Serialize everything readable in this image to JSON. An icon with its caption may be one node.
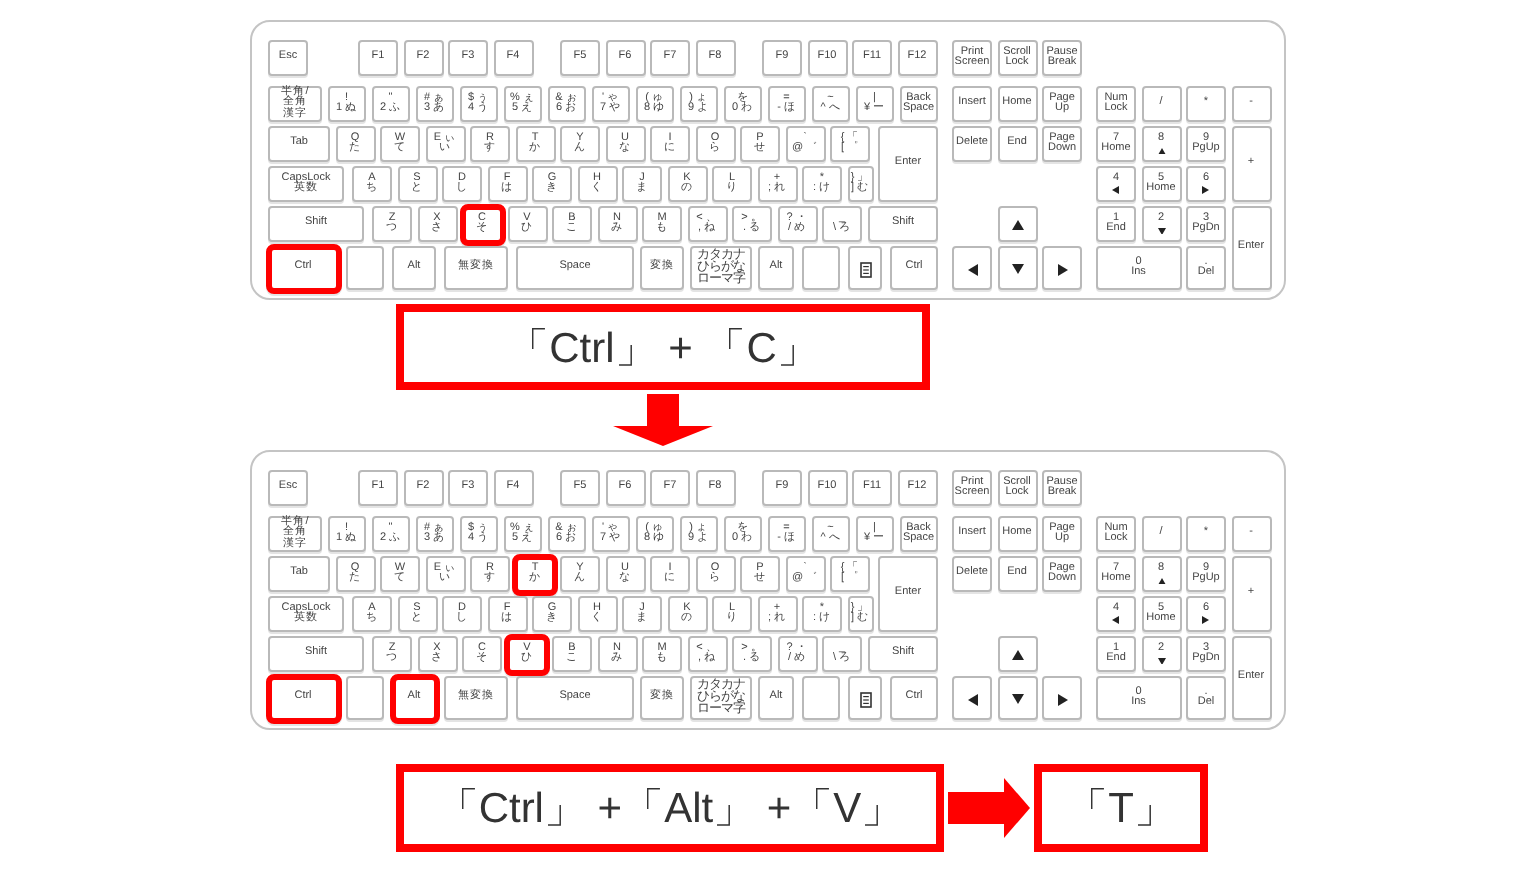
{
  "diagram": {
    "nodes": [
      {
        "text": [],
        "shape": "box"
      },
      {
        "text": [
          "Esc"
        ],
        "in": 0
      },
      {
        "text": [
          "F1"
        ],
        "in": 0
      },
      {
        "text": [
          "F2"
        ],
        "in": 0
      },
      {
        "text": [
          "F3"
        ],
        "in": 0
      },
      {
        "text": [
          "F4"
        ],
        "in": 0
      },
      {
        "text": [
          "F5"
        ],
        "in": 0
      },
      {
        "text": [
          "F6"
        ],
        "in": 0
      },
      {
        "text": [
          "F7"
        ],
        "in": 0
      },
      {
        "text": [
          "F8"
        ],
        "in": 0
      },
      {
        "text": [
          "F9"
        ],
        "in": 0
      },
      {
        "text": [
          "F10"
        ],
        "in": 0
      },
      {
        "text": [
          "F11"
        ],
        "in": 0
      },
      {
        "text": [
          "F12"
        ],
        "in": 0
      },
      {
        "text": [
          "Print Screen"
        ],
        "in": 0
      },
      {
        "text": [
          "Scroll Lock"
        ],
        "in": 0
      },
      {
        "text": [
          "Pause Break"
        ],
        "in": 0
      },
      {
        "text": [
          "半角/全角",
          "漢字"
        ],
        "in": 0
      },
      {
        "text": [
          "!",
          "1 ぬ"
        ],
        "in": 0
      },
      {
        "text": [
          "\"",
          "2 ふ"
        ],
        "in": 0
      },
      {
        "text": [
          "# ぁ",
          "3 あ"
        ],
        "in": 0
      },
      {
        "text": [
          "$ ぅ",
          "4 う"
        ],
        "in": 0
      },
      {
        "text": [
          "% ぇ",
          "5 え"
        ],
        "in": 0
      },
      {
        "text": [
          "& ぉ",
          "6 お"
        ],
        "in": 0
      },
      {
        "text": [
          "' ゃ",
          "7 や"
        ],
        "in": 0
      },
      {
        "text": [
          "( ゅ",
          "8 ゆ"
        ],
        "in": 0
      },
      {
        "text": [
          ") ょ",
          "9 よ"
        ],
        "in": 0
      },
      {
        "text": [
          "を",
          "0 わ"
        ],
        "in": 0
      },
      {
        "text": [
          "=",
          "- ほ"
        ],
        "in": 0
      },
      {
        "text": [
          "~",
          "^ へ"
        ],
        "in": 0
      },
      {
        "text": [
          "|",
          "¥ ー"
        ],
        "in": 0
      },
      {
        "text": [
          "Back Space"
        ],
        "in": 0
      },
      {
        "text": [
          "Insert"
        ],
        "in": 0
      },
      {
        "text": [
          "Home"
        ],
        "in": 0
      },
      {
        "text": [
          "Page Up"
        ],
        "in": 0
      },
      {
        "text": [
          "Num Lock"
        ],
        "in": 0
      },
      {
        "text": [
          "/"
        ],
        "in": 0
      },
      {
        "text": [
          "*"
        ],
        "in": 0
      },
      {
        "text": [
          "-"
        ],
        "in": 0
      },
      {
        "text": [
          "Tab"
        ],
        "in": 0
      },
      {
        "text": [
          "Q",
          "た"
        ],
        "in": 0
      },
      {
        "text": [
          "W",
          "て"
        ],
        "in": 0
      },
      {
        "text": [
          "E ぃ",
          "い"
        ],
        "in": 0
      },
      {
        "text": [
          "R",
          "す"
        ],
        "in": 0
      },
      {
        "text": [
          "T",
          "か"
        ],
        "in": 0
      },
      {
        "text": [
          "Y",
          "ん"
        ],
        "in": 0
      },
      {
        "text": [
          "U",
          "な"
        ],
        "in": 0
      },
      {
        "text": [
          "I",
          "に"
        ],
        "in": 0
      },
      {
        "text": [
          "O",
          "ら"
        ],
        "in": 0
      },
      {
        "text": [
          "P",
          "せ"
        ],
        "in": 0
      },
      {
        "text": [
          "`",
          "@ ゛"
        ],
        "in": 0
      },
      {
        "text": [
          "{ 「",
          "[ ゜"
        ],
        "in": 0
      },
      {
        "text": [
          "Enter"
        ],
        "in": 0
      },
      {
        "text": [
          "Delete"
        ],
        "in": 0
      },
      {
        "text": [
          "End"
        ],
        "in": 0
      },
      {
        "text": [
          "Page Down"
        ],
        "in": 0
      },
      {
        "text": [
          "7",
          "Home"
        ],
        "in": 0
      },
      {
        "text": [
          "8"
        ],
        "in": 0
      },
      {
        "text": [
          "9",
          "PgUp"
        ],
        "in": 0
      },
      {
        "text": [
          "+"
        ],
        "in": 0
      },
      {
        "text": [
          "CapsLock",
          "英数"
        ],
        "in": 0
      },
      {
        "text": [
          "A",
          "ち"
        ],
        "in": 0
      },
      {
        "text": [
          "S",
          "と"
        ],
        "in": 0
      },
      {
        "text": [
          "D",
          "し"
        ],
        "in": 0
      },
      {
        "text": [
          "F",
          "は"
        ],
        "in": 0
      },
      {
        "text": [
          "G",
          "き"
        ],
        "in": 0
      },
      {
        "text": [
          "H",
          "く"
        ],
        "in": 0
      },
      {
        "text": [
          "J",
          "ま"
        ],
        "in": 0
      },
      {
        "text": [
          "K",
          "の"
        ],
        "in": 0
      },
      {
        "text": [
          "L",
          "り"
        ],
        "in": 0
      },
      {
        "text": [
          "+",
          "; れ"
        ],
        "in": 0
      },
      {
        "text": [
          "*",
          ": け"
        ],
        "in": 0
      },
      {
        "text": [
          "} 」",
          "] む"
        ],
        "in": 0
      },
      {
        "text": [
          "4"
        ],
        "in": 0
      },
      {
        "text": [
          "5",
          "Home"
        ],
        "in": 0
      },
      {
        "text": [
          "6"
        ],
        "in": 0
      },
      {
        "text": [
          "Shift"
        ],
        "in": 0
      },
      {
        "text": [
          "Z",
          "つ"
        ],
        "in": 0
      },
      {
        "text": [
          "X",
          "さ"
        ],
        "in": 0
      },
      {
        "text": [
          "C",
          "そ"
        ],
        "in": 0
      },
      {
        "text": [
          "V",
          "ひ"
        ],
        "in": 0
      },
      {
        "text": [
          "B",
          "こ"
        ],
        "in": 0
      },
      {
        "text": [
          "N",
          "み"
        ],
        "in": 0
      },
      {
        "text": [
          "M",
          "も"
        ],
        "in": 0
      },
      {
        "text": [
          "< 、",
          ", ね"
        ],
        "in": 0
      },
      {
        "text": [
          "> 。",
          ". る"
        ],
        "in": 0
      },
      {
        "text": [
          "? ・",
          "/ め"
        ],
        "in": 0
      },
      {
        "text": [
          "_",
          "\\ ろ"
        ],
        "in": 0
      },
      {
        "text": [
          "Shift"
        ],
        "in": 0
      },
      {
        "text": [],
        "shape": "box",
        "in": 0
      },
      {
        "text": [
          "1",
          "End"
        ],
        "in": 0
      },
      {
        "text": [
          "2"
        ],
        "in": 0
      },
      {
        "text": [
          "3",
          "PgDn"
        ],
        "in": 0
      },
      {
        "text": [
          "Enter"
        ],
        "in": 0
      },
      {
        "text": [
          "Ctrl"
        ],
        "in": 0
      },
      {
        "text": [],
        "shape": "box",
        "in": 0
      },
      {
        "text": [
          "Alt"
        ],
        "in": 0
      },
      {
        "text": [
          "無変換"
        ],
        "in": 0
      },
      {
        "text": [
          "Space"
        ],
        "in": 0
      },
      {
        "text": [
          "変換"
        ],
        "in": 0
      },
      {
        "text": [
          "カタカナ",
          "ひらがな",
          "ローマ字"
        ],
        "in": 0
      },
      {
        "text": [
          "Alt"
        ],
        "in": 0
      },
      {
        "text": [],
        "shape": "box",
        "in": 0
      },
      {
        "text": [],
        "shape": "box",
        "in": 0
      },
      {
        "text": [
          "Ctrl"
        ],
        "in": 0
      },
      {
        "text": [],
        "shape": "box",
        "in": 0
      },
      {
        "text": [],
        "shape": "box",
        "in": 0
      },
      {
        "text": [],
        "shape": "box",
        "in": 0
      },
      {
        "text": [
          "0",
          "Ins"
        ],
        "in": 0
      },
      {
        "text": [
          ".",
          "Del"
        ],
        "in": 0
      },
      {
        "text": [
          "「Ctrl」 + 「C」"
        ]
      },
      {
        "text": [],
        "shape": "box"
      },
      {
        "text": [
          "Esc"
        ],
        "in": 111
      },
      {
        "text": [
          "F1"
        ],
        "in": 111
      },
      {
        "text": [
          "F2"
        ],
        "in": 111
      },
      {
        "text": [
          "F3"
        ],
        "in": 111
      },
      {
        "text": [
          "F4"
        ],
        "in": 111
      },
      {
        "text": [
          "F5"
        ],
        "in": 111
      },
      {
        "text": [
          "F6"
        ],
        "in": 111
      },
      {
        "text": [
          "F7"
        ],
        "in": 111
      },
      {
        "text": [
          "F8"
        ],
        "in": 111
      },
      {
        "text": [
          "F9"
        ],
        "in": 111
      },
      {
        "text": [
          "F10"
        ],
        "in": 111
      },
      {
        "text": [
          "F11"
        ],
        "in": 111
      },
      {
        "text": [
          "F12"
        ],
        "in": 111
      },
      {
        "text": [
          "Print Screen"
        ],
        "in": 111
      },
      {
        "text": [
          "Scroll Lock"
        ],
        "in": 111
      },
      {
        "text": [
          "Pause Break"
        ],
        "in": 111
      },
      {
        "text": [
          "半角/全角",
          "漢字"
        ],
        "in": 111
      },
      {
        "text": [
          "!",
          "1 ぬ"
        ],
        "in": 111
      },
      {
        "text": [
          "\"",
          "2 ふ"
        ],
        "in": 111
      },
      {
        "text": [
          "# ぁ",
          "3 あ"
        ],
        "in": 111
      },
      {
        "text": [
          "$ ぅ",
          "4 う"
        ],
        "in": 111
      },
      {
        "text": [
          "% ぇ",
          "5 え"
        ],
        "in": 111
      },
      {
        "text": [
          "& ぉ",
          "6 お"
        ],
        "in": 111
      },
      {
        "text": [
          "' ゃ",
          "7 や"
        ],
        "in": 111
      },
      {
        "text": [
          "( ゅ",
          "8 ゆ"
        ],
        "in": 111
      },
      {
        "text": [
          ") ょ",
          "9 よ"
        ],
        "in": 111
      },
      {
        "text": [
          "を",
          "0 わ"
        ],
        "in": 111
      },
      {
        "text": [
          "=",
          "- ほ"
        ],
        "in": 111
      },
      {
        "text": [
          "~",
          "^ へ"
        ],
        "in": 111
      },
      {
        "text": [
          "|",
          "¥ ー"
        ],
        "in": 111
      },
      {
        "text": [
          "Back Space"
        ],
        "in": 111
      },
      {
        "text": [
          "Insert"
        ],
        "in": 111
      },
      {
        "text": [
          "Home"
        ],
        "in": 111
      },
      {
        "text": [
          "Page Up"
        ],
        "in": 111
      },
      {
        "text": [
          "Num Lock"
        ],
        "in": 111
      },
      {
        "text": [
          "/"
        ],
        "in": 111
      },
      {
        "text": [
          "*"
        ],
        "in": 111
      },
      {
        "text": [
          "-"
        ],
        "in": 111
      },
      {
        "text": [
          "Tab"
        ],
        "in": 111
      },
      {
        "text": [
          "Q",
          "た"
        ],
        "in": 111
      },
      {
        "text": [
          "W",
          "て"
        ],
        "in": 111
      },
      {
        "text": [
          "E ぃ",
          "い"
        ],
        "in": 111
      },
      {
        "text": [
          "R",
          "す"
        ],
        "in": 111
      },
      {
        "text": [
          "T",
          "か"
        ],
        "in": 111
      },
      {
        "text": [
          "Y",
          "ん"
        ],
        "in": 111
      },
      {
        "text": [
          "U",
          "な"
        ],
        "in": 111
      },
      {
        "text": [
          "I",
          "に"
        ],
        "in": 111
      },
      {
        "text": [
          "O",
          "ら"
        ],
        "in": 111
      },
      {
        "text": [
          "P",
          "せ"
        ],
        "in": 111
      },
      {
        "text": [
          "`",
          "@ ゛"
        ],
        "in": 111
      },
      {
        "text": [
          "{ 「",
          "[ ゜"
        ],
        "in": 111
      },
      {
        "text": [
          "Enter"
        ],
        "in": 111
      },
      {
        "text": [
          "Delete"
        ],
        "in": 111
      },
      {
        "text": [
          "End"
        ],
        "in": 111
      },
      {
        "text": [
          "Page Down"
        ],
        "in": 111
      },
      {
        "text": [
          "7",
          "Home"
        ],
        "in": 111
      },
      {
        "text": [
          "8"
        ],
        "in": 111
      },
      {
        "text": [
          "9",
          "PgUp"
        ],
        "in": 111
      },
      {
        "text": [
          "+"
        ],
        "in": 111
      },
      {
        "text": [
          "CapsLock",
          "英数"
        ],
        "in": 111
      },
      {
        "text": [
          "A",
          "ち"
        ],
        "in": 111
      },
      {
        "text": [
          "S",
          "と"
        ],
        "in": 111
      },
      {
        "text": [
          "D",
          "し"
        ],
        "in": 111
      },
      {
        "text": [
          "F",
          "は"
        ],
        "in": 111
      },
      {
        "text": [
          "G",
          "き"
        ],
        "in": 111
      },
      {
        "text": [
          "H",
          "く"
        ],
        "in": 111
      },
      {
        "text": [
          "J",
          "ま"
        ],
        "in": 111
      },
      {
        "text": [
          "K",
          "の"
        ],
        "in": 111
      },
      {
        "text": [
          "L",
          "り"
        ],
        "in": 111
      },
      {
        "text": [
          "+",
          "; れ"
        ],
        "in": 111
      },
      {
        "text": [
          "*",
          ": け"
        ],
        "in": 111
      },
      {
        "text": [
          "} 」",
          "] む"
        ],
        "in": 111
      },
      {
        "text": [
          "4"
        ],
        "in": 111
      },
      {
        "text": [
          "5",
          "Home"
        ],
        "in": 111
      },
      {
        "text": [
          "6"
        ],
        "in": 111
      },
      {
        "text": [
          "Shift"
        ],
        "in": 111
      },
      {
        "text": [
          "Z",
          "つ"
        ],
        "in": 111
      },
      {
        "text": [
          "X",
          "さ"
        ],
        "in": 111
      },
      {
        "text": [
          "C",
          "そ"
        ],
        "in": 111
      },
      {
        "text": [
          "V",
          "ひ"
        ],
        "in": 111
      },
      {
        "text": [
          "B",
          "こ"
        ],
        "in": 111
      },
      {
        "text": [
          "N",
          "み"
        ],
        "in": 111
      },
      {
        "text": [
          "M",
          "も"
        ],
        "in": 111
      },
      {
        "text": [
          "< 、",
          ", ね"
        ],
        "in": 111
      },
      {
        "text": [
          "> 。",
          ". る"
        ],
        "in": 111
      },
      {
        "text": [
          "? ・",
          "/ め"
        ],
        "in": 111
      },
      {
        "text": [
          "_",
          "\\ ろ"
        ],
        "in": 111
      },
      {
        "text": [
          "Shift"
        ],
        "in": 111
      },
      {
        "text": [],
        "shape": "box",
        "in": 111
      },
      {
        "text": [
          "1",
          "End"
        ],
        "in": 111
      },
      {
        "text": [
          "2"
        ],
        "in": 111
      },
      {
        "text": [
          "3",
          "PgDn"
        ],
        "in": 111
      },
      {
        "text": [
          "Enter"
        ],
        "in": 111
      },
      {
        "text": [
          "Ctrl"
        ],
        "in": 111
      },
      {
        "text": [],
        "shape": "box",
        "in": 111
      },
      {
        "text": [
          "Alt"
        ],
        "in": 111
      },
      {
        "text": [
          "無変換"
        ],
        "in": 111
      },
      {
        "text": [
          "Space"
        ],
        "in": 111
      },
      {
        "text": [
          "変換"
        ],
        "in": 111
      },
      {
        "text": [
          "カタカナ",
          "ひらがな",
          "ローマ字"
        ],
        "in": 111
      },
      {
        "text": [
          "Alt"
        ],
        "in": 111
      },
      {
        "text": [],
        "shape": "box",
        "in": 111
      },
      {
        "text": [],
        "shape": "box",
        "in": 111
      },
      {
        "text": [
          "Ctrl"
        ],
        "in": 111
      },
      {
        "text": [],
        "shape": "box",
        "in": 111
      },
      {
        "text": [],
        "shape": "box",
        "in": 111
      },
      {
        "text": [],
        "shape": "box",
        "in": 111
      },
      {
        "text": [
          "0",
          "Ins"
        ],
        "in": 111
      },
      {
        "text": [
          ".",
          "Del"
        ],
        "in": 111
      },
      {
        "text": [
          "「Ctrl」 +「Alt」 +「V」"
        ]
      },
      {
        "text": [
          "「T」"
        ]
      }
    ],
    "edges": [
      {
        "from": 110,
        "to": 111,
        "arrow": "to"
      },
      {
        "from": 221,
        "to": 222,
        "arrow": "to"
      }
    ]
  }
}
